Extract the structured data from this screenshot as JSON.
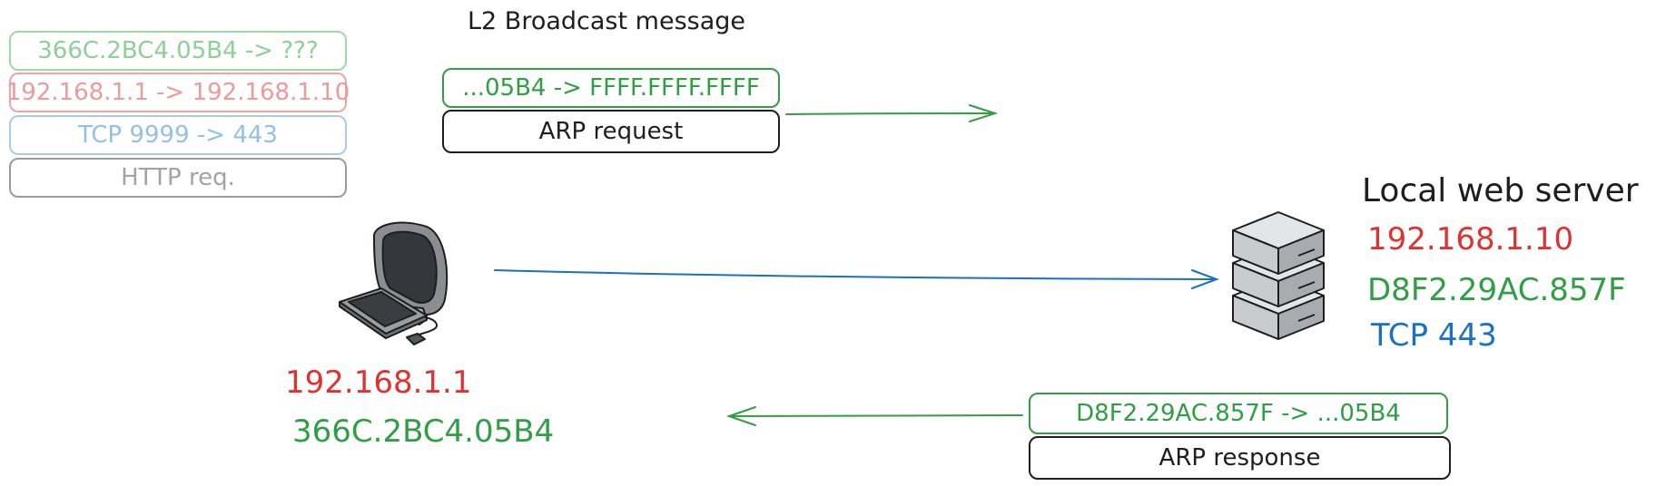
{
  "packet_stack": {
    "l2": "366C.2BC4.05B4 -> ???",
    "l3": "192.168.1.1 -> 192.168.1.10",
    "l4": "TCP 9999 -> 443",
    "l7": "HTTP req."
  },
  "broadcast": {
    "title": "L2 Broadcast message",
    "frame": "...05B4 -> FFFF.FFFF.FFFF",
    "payload": "ARP request"
  },
  "server": {
    "title": "Local web server",
    "ip": "192.168.1.10",
    "mac": "D8F2.29AC.857F",
    "port": "TCP 443"
  },
  "client": {
    "ip": "192.168.1.1",
    "mac": "366C.2BC4.05B4"
  },
  "response": {
    "frame": "D8F2.29AC.857F -> ...05B4",
    "payload": "ARP response"
  },
  "colors": {
    "green": "#2f9e44",
    "red": "#e03131",
    "blue": "#1971c2",
    "dark": "#1e1e1e"
  },
  "icons": {
    "client": "desktop-computer-icon",
    "server": "server-rack-icon"
  }
}
